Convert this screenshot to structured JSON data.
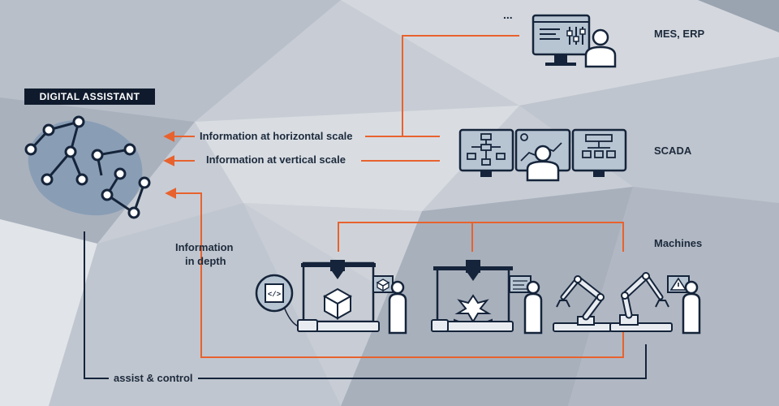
{
  "colors": {
    "accent": "#e8622e",
    "navy": "#15243a",
    "light": "#e8ecf1",
    "screen": "#b7c4d2",
    "cloud": "#7f98b3"
  },
  "badge": "DIGITAL ASSISTANT",
  "top_ellipsis": "...",
  "flows": {
    "horizontal": "Information at horizontal scale",
    "vertical": "Information at vertical scale",
    "depth_line1": "Information",
    "depth_line2": "in depth",
    "control": "assist & control"
  },
  "levels": {
    "mes": "MES, ERP",
    "scada": "SCADA",
    "machines": "Machines"
  },
  "icons": {
    "assistant": "network-graph-icon",
    "mes": "desktop-monitor-with-user-icon",
    "scada": "control-monitors-with-user-icon",
    "code": "code-chip-icon",
    "printer": "3d-printer-icon",
    "cnc": "cnc-machine-icon",
    "robots": "robot-arm-icon",
    "warning": "warning-icon"
  }
}
